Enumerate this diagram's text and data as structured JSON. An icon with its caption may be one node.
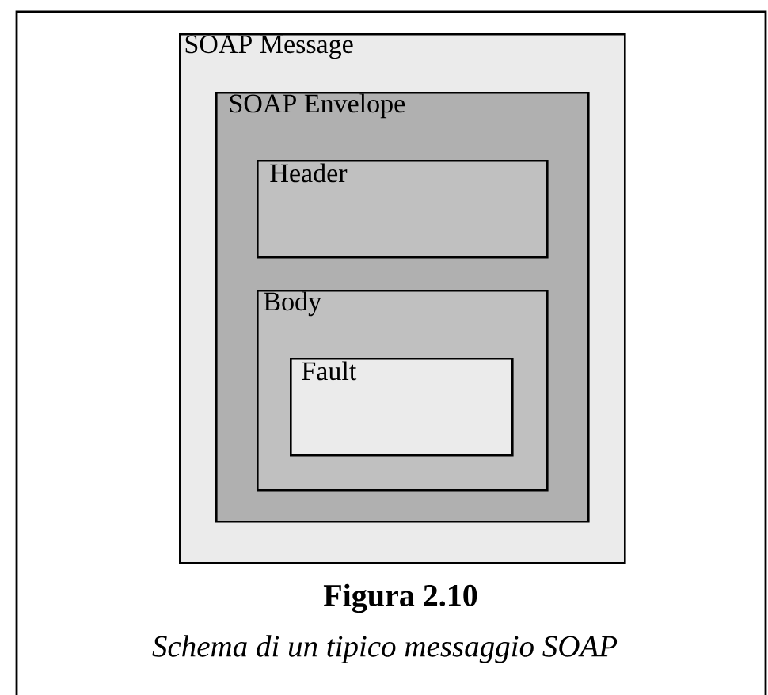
{
  "diagram": {
    "title": "Figura 2.10",
    "caption": "Schema di un tipico messaggio SOAP",
    "nodes": [
      {
        "text": [
          "SOAP Message"
        ]
      },
      {
        "text": [
          "SOAP Envelope"
        ],
        "in": 0
      },
      {
        "text": [
          "Header"
        ],
        "in": 1
      },
      {
        "text": [
          "Body"
        ],
        "in": 1
      },
      {
        "text": [
          "Fault"
        ],
        "in": 3
      }
    ]
  }
}
